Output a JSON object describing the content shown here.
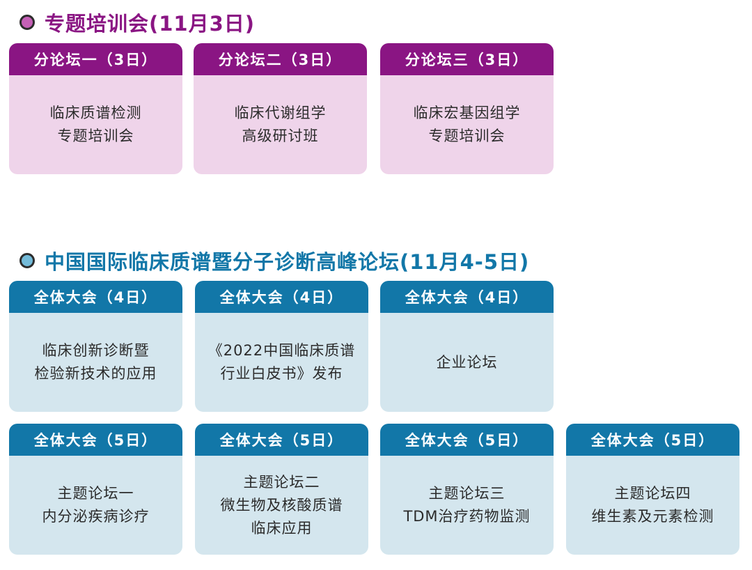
{
  "colors": {
    "purple_title": "#8a1583",
    "purple_bullet": "#c560b6",
    "purple_header": "#8a1583",
    "purple_body": "#efd4ea",
    "blue_title": "#1277a8",
    "blue_bullet": "#74bbd9",
    "blue_header": "#1277a8",
    "blue_body": "#d4e6ee"
  },
  "section1": {
    "title": "专题培训会(11月3日)",
    "cards": [
      {
        "header": "分论坛一（3日）",
        "lines": [
          "临床质谱检测",
          "专题培训会"
        ]
      },
      {
        "header": "分论坛二（3日）",
        "lines": [
          "临床代谢组学",
          "高级研讨班"
        ]
      },
      {
        "header": "分论坛三（3日）",
        "lines": [
          "临床宏基因组学",
          "专题培训会"
        ]
      }
    ]
  },
  "section2": {
    "title": "中国国际临床质谱暨分子诊断高峰论坛(11月4-5日)",
    "row1": [
      {
        "header": "全体大会（4日）",
        "lines": [
          "临床创新诊断暨",
          "检验新技术的应用"
        ]
      },
      {
        "header": "全体大会（4日）",
        "lines": [
          "《2022中国临床质谱",
          "行业白皮书》发布"
        ]
      },
      {
        "header": "全体大会（4日）",
        "lines": [
          "企业论坛"
        ]
      }
    ],
    "row2": [
      {
        "header": "全体大会（5日）",
        "lines": [
          "主题论坛一",
          "内分泌疾病诊疗"
        ]
      },
      {
        "header": "全体大会（5日）",
        "lines": [
          "主题论坛二",
          "微生物及核酸质谱",
          "临床应用"
        ]
      },
      {
        "header": "全体大会（5日）",
        "lines": [
          "主题论坛三",
          "TDM治疗药物监测"
        ]
      },
      {
        "header": "全体大会（5日）",
        "lines": [
          "主题论坛四",
          "维生素及元素检测"
        ]
      }
    ]
  }
}
